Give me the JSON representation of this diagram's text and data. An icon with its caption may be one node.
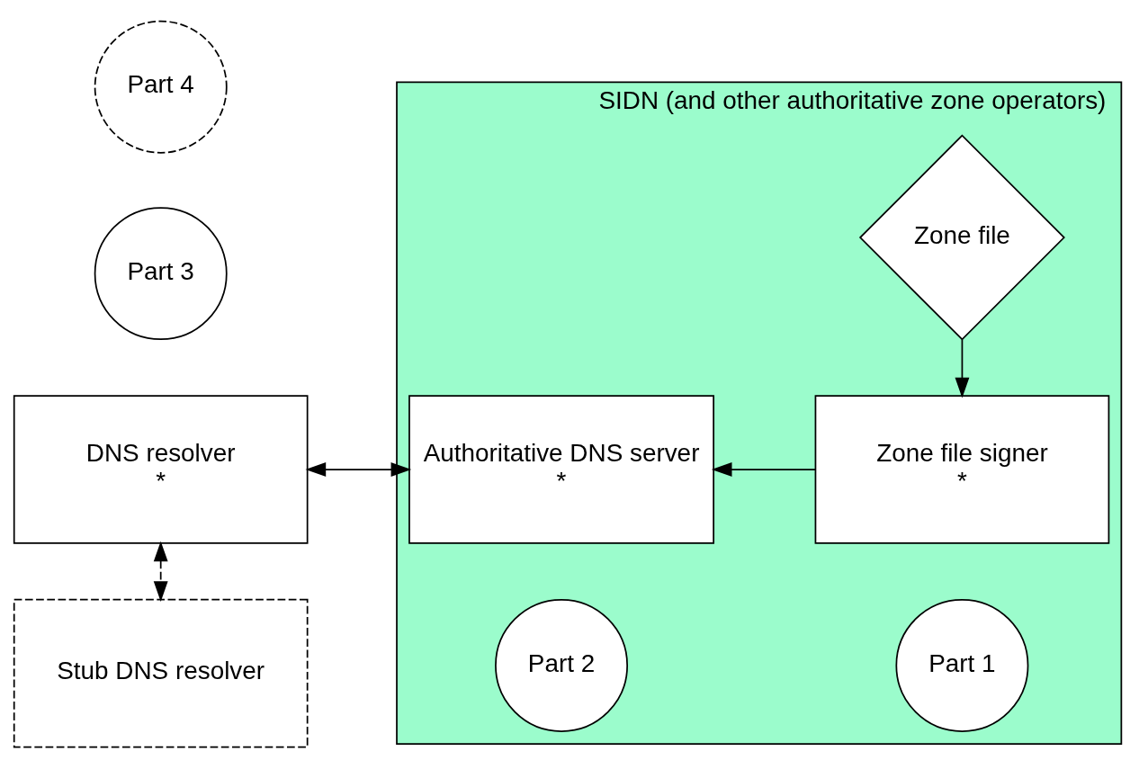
{
  "diagram": {
    "nodes": [
      {
        "text": [
          "SIDN (and other authoritative zone operators)"
        ]
      },
      {
        "text": [
          "Zone file"
        ],
        "in": 0
      },
      {
        "text": [
          "DNS resolver",
          "*"
        ]
      },
      {
        "text": [
          "Authoritative DNS server",
          "*"
        ],
        "in": 0
      },
      {
        "text": [
          "Zone file signer",
          "*"
        ],
        "in": 0
      },
      {
        "text": [
          "Part 3"
        ]
      },
      {
        "text": [
          "Part 2"
        ],
        "in": 0
      },
      {
        "text": [
          "Part 1"
        ],
        "in": 0
      },
      {
        "text": [
          "Stub DNS resolver"
        ]
      },
      {
        "text": [
          "Part 4"
        ]
      }
    ],
    "edges": [
      {
        "from": 1,
        "to": 4,
        "arrow": "to"
      },
      {
        "from": 4,
        "to": 3,
        "arrow": "to"
      },
      {
        "from": 3,
        "to": 2,
        "arrow": "both"
      },
      {
        "from": 2,
        "to": 8,
        "arrow": "both",
        "style": "dashed"
      }
    ]
  }
}
